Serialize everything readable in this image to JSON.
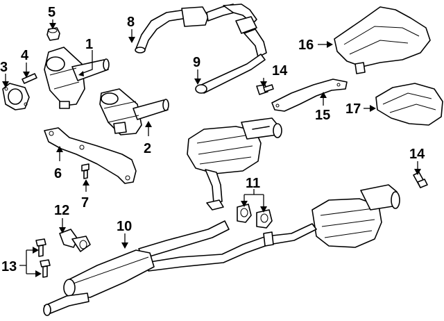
{
  "callouts": {
    "c1": "1",
    "c2": "2",
    "c3": "3",
    "c4": "4",
    "c5": "5",
    "c6": "6",
    "c7": "7",
    "c8": "8",
    "c9": "9",
    "c10": "10",
    "c11": "11",
    "c12": "12",
    "c13": "13",
    "c14a": "14",
    "c14b": "14",
    "c15": "15",
    "c16": "16",
    "c17": "17"
  }
}
